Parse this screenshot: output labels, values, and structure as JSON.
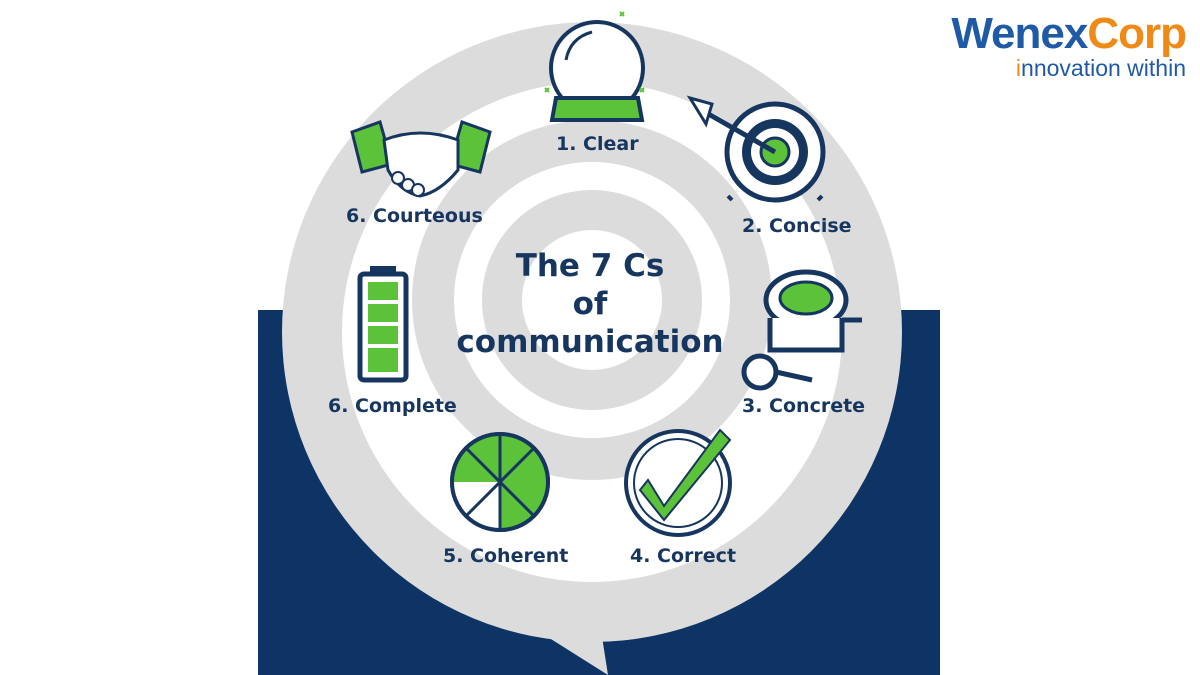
{
  "logo": {
    "brand_part1": "Wenex",
    "brand_part2": "Corp",
    "tagline_i": "i",
    "tagline_mid": "nnovation",
    "tagline_end": " within"
  },
  "title": {
    "line1": "The 7 Cs",
    "line2": "of",
    "line3": "communication"
  },
  "items": [
    {
      "label": "1. Clear",
      "icon": "crystal-ball-icon"
    },
    {
      "label": "2. Concise",
      "icon": "target-arrow-icon"
    },
    {
      "label": "3. Concrete",
      "icon": "cement-mixer-icon"
    },
    {
      "label": "4. Correct",
      "icon": "checkmark-icon"
    },
    {
      "label": "5. Coherent",
      "icon": "puzzle-circle-icon"
    },
    {
      "label": "6. Complete",
      "icon": "battery-full-icon"
    },
    {
      "label": "6. Courteous",
      "icon": "handshake-icon"
    }
  ],
  "colors": {
    "navy": "#0e3466",
    "text_navy": "#17365f",
    "green": "#5cc23a",
    "ring_gray": "#dcdcdc",
    "logo_blue": "#1f5aa6",
    "logo_orange": "#ef8a16"
  }
}
